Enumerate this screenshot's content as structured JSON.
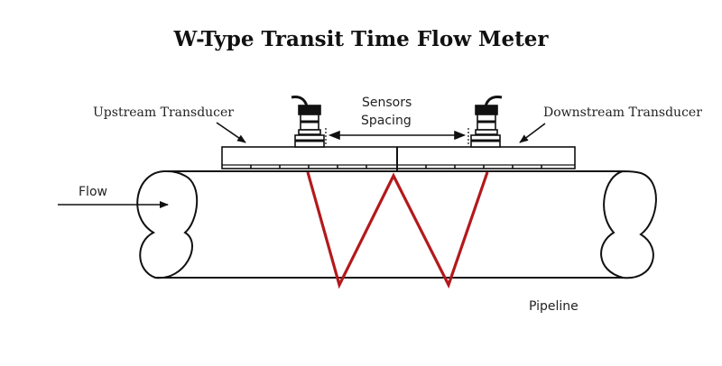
{
  "title": "W-Type Transit Time Flow Meter",
  "labels": {
    "upstream": "Upstream Transducer",
    "downstream": "Downstream Transducer",
    "sensors_line1": "Sensors",
    "sensors_line2": "Spacing",
    "flow": "Flow",
    "pipeline": "Pipeline"
  },
  "colors": {
    "signal_path": "#b3191c",
    "outline": "#111111"
  }
}
